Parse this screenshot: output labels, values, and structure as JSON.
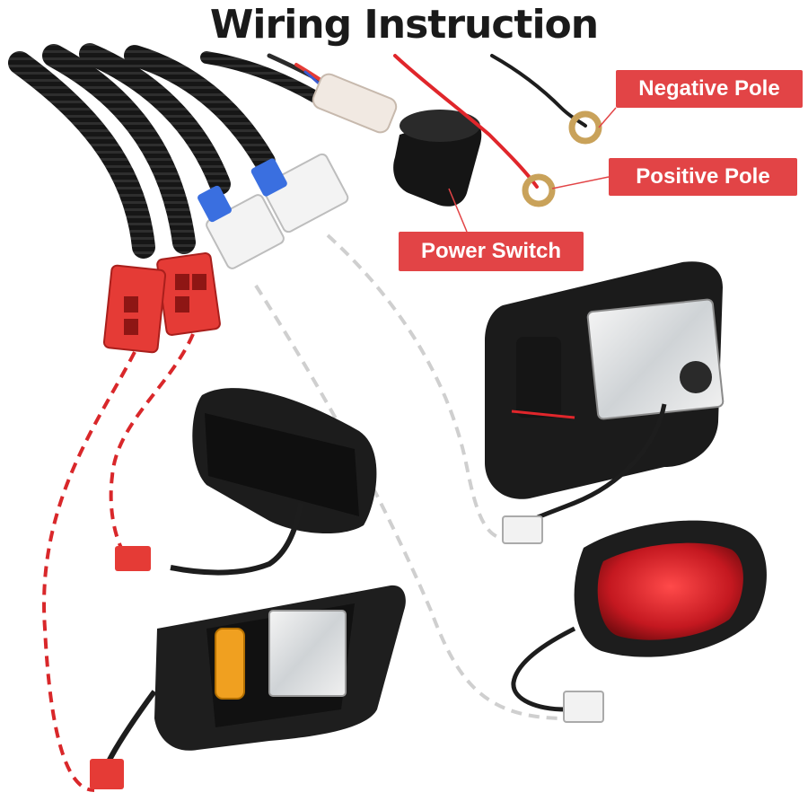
{
  "title": "Wiring Instruction",
  "labels": {
    "negative": "Negative Pole",
    "positive": "Positive Pole",
    "switch": "Power Switch"
  },
  "colors": {
    "label_bg": "#e24446",
    "red_dash": "#d9272a",
    "gray_dash": "#cfcfcf",
    "harness": "#1b1b1b",
    "connector_red": "#e53b36",
    "taillight_red": "#c41820",
    "turn_amber": "#f0a020"
  }
}
